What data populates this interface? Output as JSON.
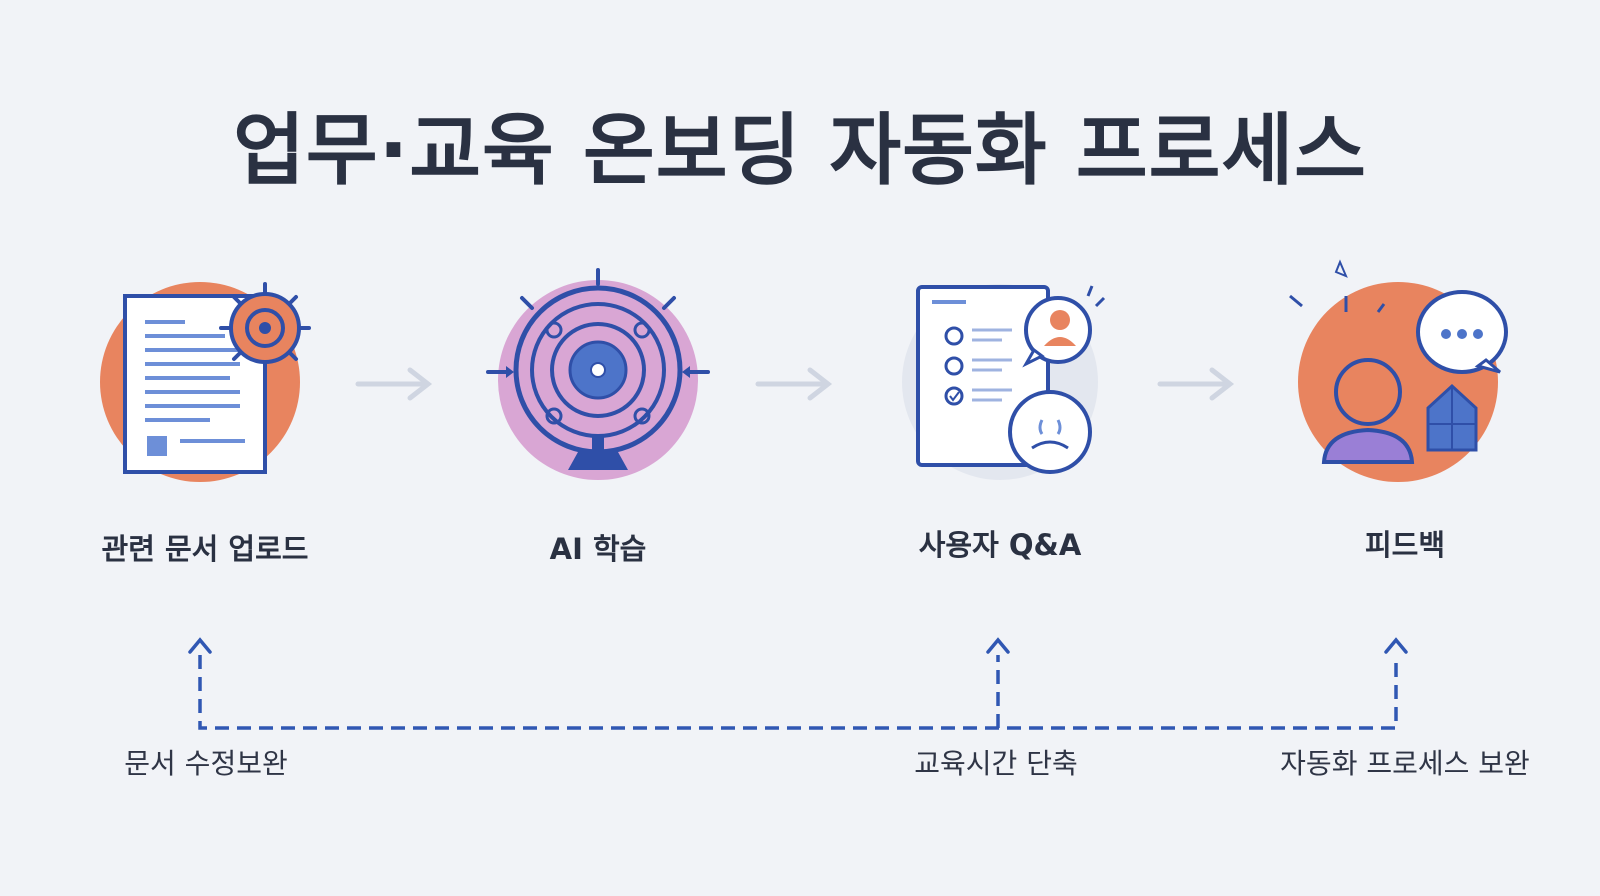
{
  "title": "업무·교육 온보딩 자동화 프로세스",
  "steps": [
    {
      "label": "관련 문서 업로드",
      "icon": "document-gear-icon"
    },
    {
      "label": "AI 학습",
      "icon": "ai-target-brain-icon"
    },
    {
      "label": "사용자 Q&A",
      "icon": "checklist-users-icon"
    },
    {
      "label": "피드백",
      "icon": "person-chat-feedback-icon"
    }
  ],
  "feedback_loop": [
    {
      "label": "문서 수정보완"
    },
    {
      "label": "교육시간 단축"
    },
    {
      "label": "자동화 프로세스 보완"
    }
  ],
  "colors": {
    "primary_blue": "#2f4fa8",
    "orange": "#e8845f",
    "pink": "#d9a6d4",
    "arrow_gray": "#cfd5e1",
    "dashed_blue": "#3057b3",
    "background": "#f1f3f7"
  }
}
